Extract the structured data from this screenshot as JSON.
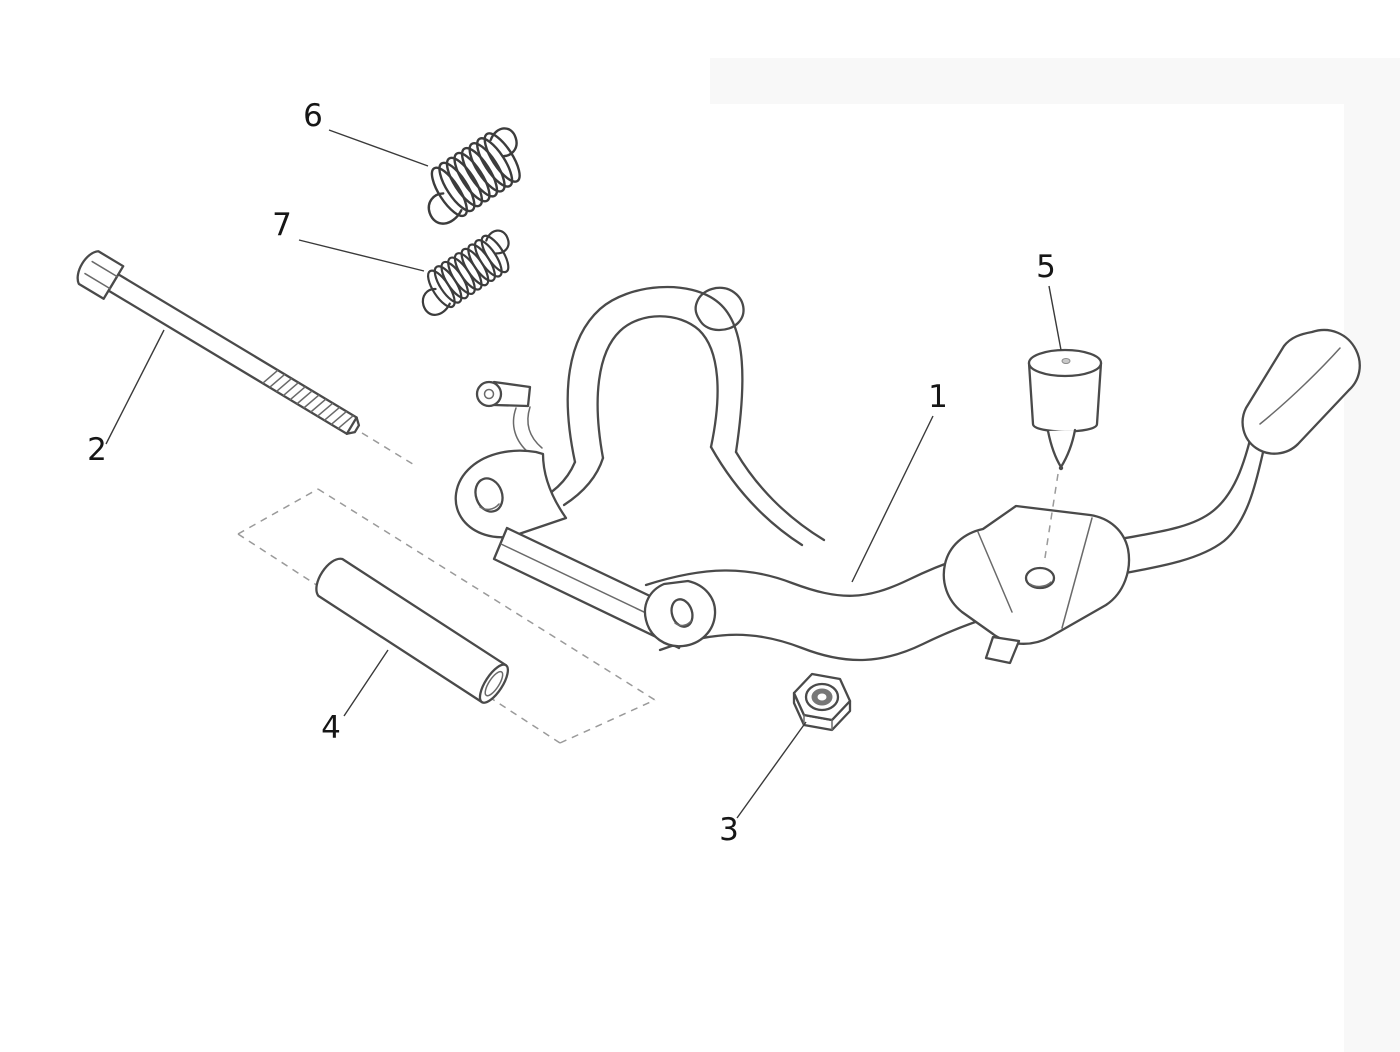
{
  "page": {
    "background": "#ffffff",
    "tint": "#f8f8f8"
  },
  "diagram": {
    "type": "exploded-parts-diagram",
    "subject": "center-stand-assembly",
    "line_color": "#4a4a4a",
    "label_color": "#161616",
    "dash_color": "#9a9a9a",
    "callouts": [
      {
        "number": "1",
        "part": "center-stand-frame"
      },
      {
        "number": "2",
        "part": "pivot-bolt"
      },
      {
        "number": "3",
        "part": "hex-nut"
      },
      {
        "number": "4",
        "part": "spacer-sleeve"
      },
      {
        "number": "5",
        "part": "rubber-buffer"
      },
      {
        "number": "6",
        "part": "return-spring-large"
      },
      {
        "number": "7",
        "part": "return-spring-small"
      }
    ]
  }
}
